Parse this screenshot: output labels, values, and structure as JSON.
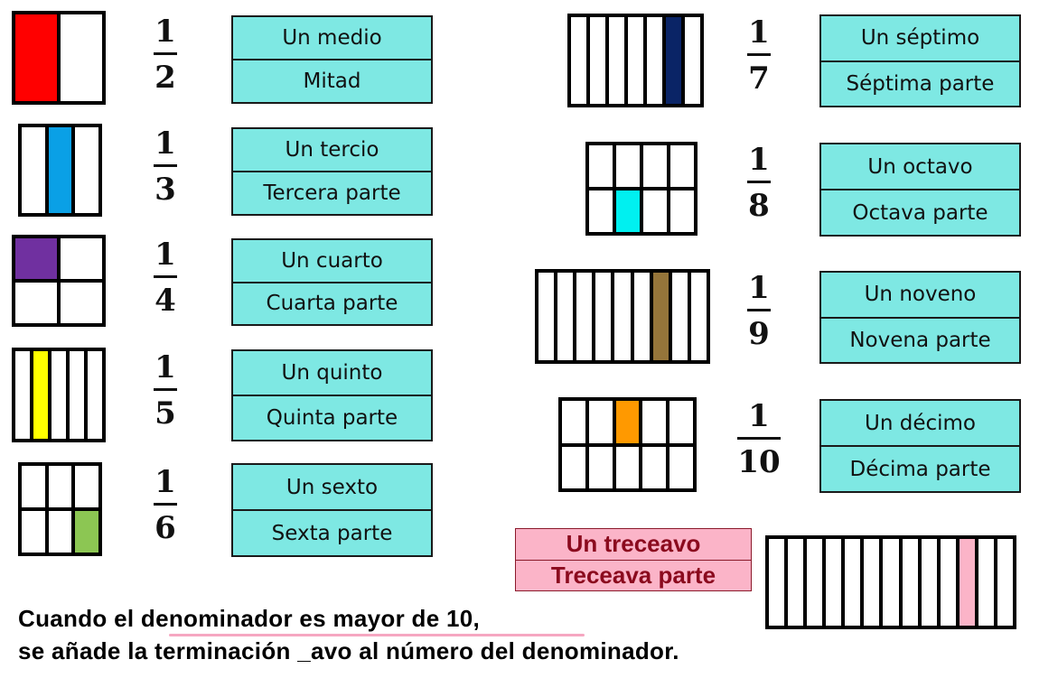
{
  "fractions": [
    {
      "numerator": "1",
      "denominator": "2",
      "name": "Un medio",
      "alt": "Mitad",
      "color": "#ff0000",
      "cols": 2,
      "rows": 1,
      "shaded": [
        0
      ]
    },
    {
      "numerator": "1",
      "denominator": "3",
      "name": "Un tercio",
      "alt": "Tercera parte",
      "color": "#0aa0e6",
      "cols": 3,
      "rows": 1,
      "shaded": [
        1
      ]
    },
    {
      "numerator": "1",
      "denominator": "4",
      "name": "Un cuarto",
      "alt": "Cuarta parte",
      "color": "#7030a0",
      "cols": 2,
      "rows": 2,
      "shaded": [
        0
      ]
    },
    {
      "numerator": "1",
      "denominator": "5",
      "name": "Un quinto",
      "alt": "Quinta parte",
      "color": "#ffff00",
      "cols": 5,
      "rows": 1,
      "shaded": [
        1
      ]
    },
    {
      "numerator": "1",
      "denominator": "6",
      "name": "Un sexto",
      "alt": "Sexta parte",
      "color": "#8cc653",
      "cols": 3,
      "rows": 2,
      "shaded": [
        5
      ]
    },
    {
      "numerator": "1",
      "denominator": "7",
      "name": "Un séptimo",
      "alt": "Séptima parte",
      "color": "#0a2466",
      "cols": 7,
      "rows": 1,
      "shaded": [
        5
      ]
    },
    {
      "numerator": "1",
      "denominator": "8",
      "name": "Un octavo",
      "alt": "Octava parte",
      "color": "#00f0f0",
      "cols": 4,
      "rows": 2,
      "shaded": [
        5
      ]
    },
    {
      "numerator": "1",
      "denominator": "9",
      "name": "Un noveno",
      "alt": "Novena parte",
      "color": "#95753a",
      "cols": 9,
      "rows": 1,
      "shaded": [
        6
      ]
    },
    {
      "numerator": "1",
      "denominator": "10",
      "name": "Un décimo",
      "alt": "Décima parte",
      "color": "#ff9900",
      "cols": 5,
      "rows": 2,
      "shaded": [
        2
      ]
    }
  ],
  "thirteenth": {
    "name": "Un treceavo",
    "alt": "Treceava parte",
    "color": "#fbb4c8",
    "cols": 13,
    "rows": 1,
    "shaded": [
      10
    ]
  },
  "note": {
    "line1_prefix": "Cuando el ",
    "line1_underlined": "denominador es mayor de 10",
    "line1_suffix": ",",
    "line2": "se  añade la terminación _avo al número del denominador.",
    "underline_color": "#f6a7c1"
  }
}
